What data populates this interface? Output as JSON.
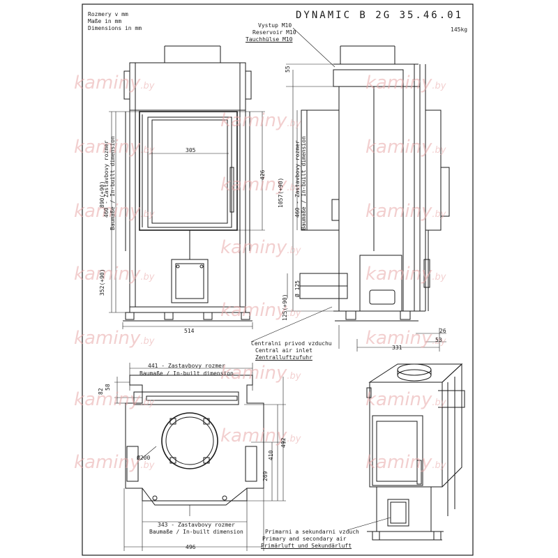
{
  "header": {
    "model": "DYNAMIC B 2G 35.46.01",
    "weight": "145kg",
    "units_cz": "Rozmery v mm",
    "units_de": "Maße in mm",
    "units_en": "Dimensions in mm"
  },
  "outlet": {
    "cz": "Vystup M10",
    "en": "Reservoir M10",
    "de": "Tauchhülse M10"
  },
  "central_air": {
    "cz": "Centralni privod vzduchu",
    "en": "Central air inlet",
    "de": "Zentralluftzufuhr"
  },
  "secondary_air": {
    "cz": "Primarni a sekundarni vzduch",
    "en": "Primary and secondary air",
    "de": "Primärluft und Sekundärluft"
  },
  "front_view": {
    "opening_width": "305",
    "opening_height": "426",
    "width": "514",
    "height_upper": "890(+90)",
    "height_lower": "352(+90)",
    "builtin_cz": "460 - Zastavbovy rozmer",
    "builtin_de": "Baumaße / In-built dimension"
  },
  "side_view": {
    "top_offset": "55",
    "height_total": "1057(+90)",
    "air_inlet_dia": "Ø 125",
    "inlet_height": "125(+90)",
    "depth": "331",
    "dim_26": "26",
    "dim_53": "53",
    "builtin_cz": "460 - Zastavbovy rozmer",
    "builtin_de": "Baumaße / In-built dimension"
  },
  "top_view": {
    "builtin_top_cz": "441 - Zastavbovy rozmer",
    "builtin_top_de": "Baumaße / In-built dimension",
    "builtin_bottom_cz": "343 - Zastavbovy rozmer",
    "builtin_bottom_de": "Baumaße / In-built dimension",
    "width": "496",
    "flue_dia": "Ø200",
    "dim_82": "82",
    "dim_58": "58",
    "dim_269": "269",
    "dim_410": "410",
    "dim_492": "492"
  },
  "watermark": {
    "brand": "kaminy",
    "suffix": ".by"
  }
}
